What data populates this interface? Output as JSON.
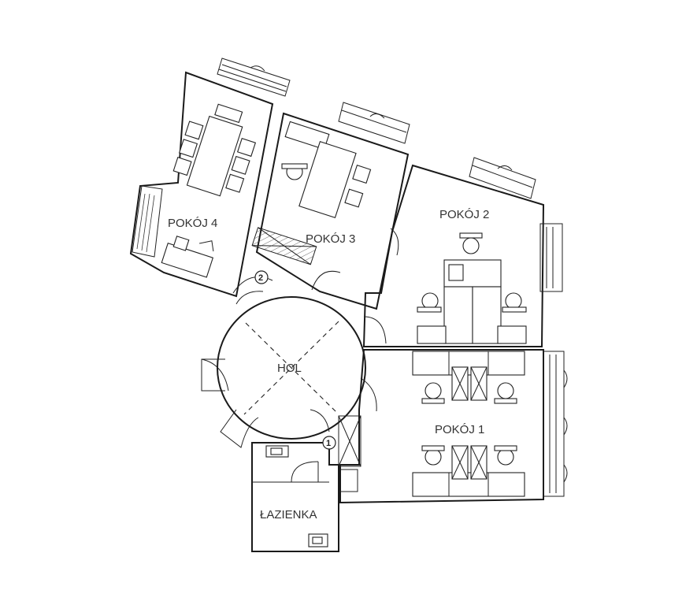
{
  "rooms": {
    "room1": "POKÓJ 1",
    "room2": "POKÓJ 2",
    "room3": "POKÓJ 3",
    "room4": "POKÓJ 4",
    "hall": "HOL",
    "bathroom": "ŁAZIENKA"
  },
  "markers": {
    "m1": "1",
    "m2": "2"
  },
  "colors": {
    "ink": "#1a1a1a",
    "label": "#333333",
    "background": "#ffffff"
  }
}
